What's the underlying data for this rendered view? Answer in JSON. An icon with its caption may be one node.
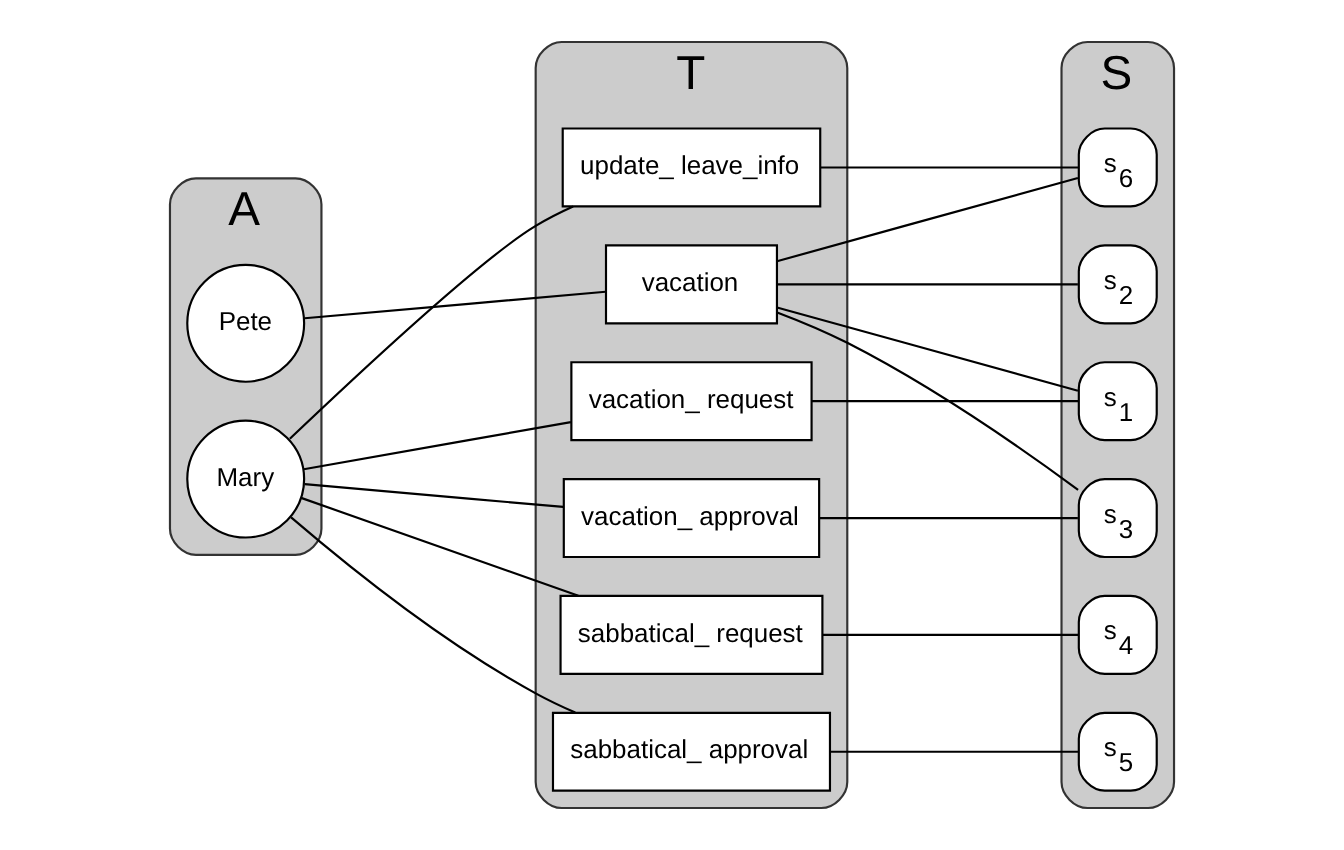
{
  "diagram": {
    "nodes": [
      {
        "text": [
          "A"
        ]
      },
      {
        "text": [
          "Pete"
        ],
        "in": 0
      },
      {
        "text": [
          "Mary"
        ],
        "in": 0
      },
      {
        "text": [
          "T"
        ]
      },
      {
        "text": [
          "vacation"
        ],
        "in": 3
      },
      {
        "text": [
          "vacation_ request"
        ],
        "in": 3
      },
      {
        "text": [
          "vacation_ approval"
        ],
        "in": 3
      },
      {
        "text": [
          "sabbatical_ request"
        ],
        "in": 3
      },
      {
        "text": [
          "sabbatical_ approval"
        ],
        "in": 3
      },
      {
        "text": [
          "update_ leave_info"
        ],
        "in": 3
      },
      {
        "text": [
          "S"
        ]
      },
      {
        "text": [
          "s$_{1}$"
        ],
        "in": 10
      },
      {
        "text": [
          "s$_{2}$"
        ],
        "in": 10
      },
      {
        "text": [
          "s$_{3}$"
        ],
        "in": 10
      },
      {
        "text": [
          "s$_{4}$"
        ],
        "in": 10
      },
      {
        "text": [
          "s$_{5}$"
        ],
        "in": 10
      },
      {
        "text": [
          "s$_{6}$"
        ],
        "in": 10
      }
    ],
    "edges": [
      {
        "from": 1,
        "to": 4,
        "arrow": "none"
      },
      {
        "from": 2,
        "to": 5,
        "arrow": "none"
      },
      {
        "from": 2,
        "to": 6,
        "arrow": "none"
      },
      {
        "from": 2,
        "to": 7,
        "arrow": "none"
      },
      {
        "from": 2,
        "to": 8,
        "arrow": "none"
      },
      {
        "from": 2,
        "to": 9,
        "arrow": "none"
      },
      {
        "from": 4,
        "to": 11,
        "arrow": "none"
      },
      {
        "from": 4,
        "to": 12,
        "arrow": "none"
      },
      {
        "from": 4,
        "to": 13,
        "arrow": "none"
      },
      {
        "from": 4,
        "to": 16,
        "arrow": "none"
      },
      {
        "from": 5,
        "to": 11,
        "arrow": "none"
      },
      {
        "from": 6,
        "to": 13,
        "arrow": "none"
      },
      {
        "from": 7,
        "to": 14,
        "arrow": "none"
      },
      {
        "from": 8,
        "to": 15,
        "arrow": "none"
      },
      {
        "from": 9,
        "to": 16,
        "arrow": "none"
      }
    ]
  }
}
